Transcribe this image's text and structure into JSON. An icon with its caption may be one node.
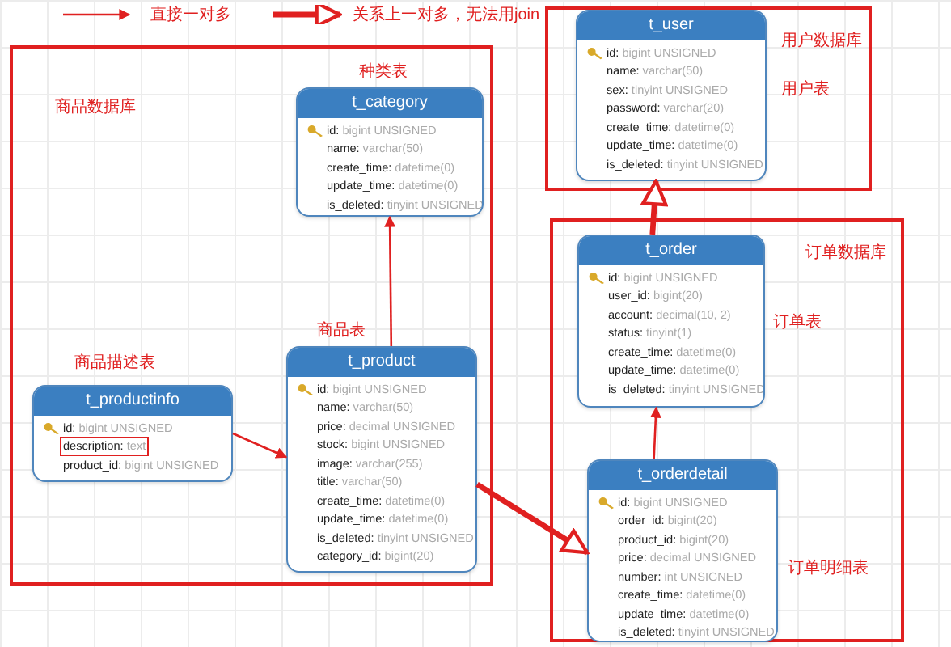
{
  "diagram": {
    "nodes": [
      {
        "text": [
          "用户数据库"
        ]
      },
      {
        "text": [
          "t_user",
          "id: bigint UNSIGNED",
          "name: varchar(50)",
          "sex: tinyint UNSIGNED",
          "password: varchar(20)",
          "create_time: datetime(0)",
          "update_time: datetime(0)",
          "is_deleted: tinyint UNSIGNED"
        ],
        "in": 0,
        "beside": [
          "用户表"
        ]
      },
      {
        "text": [
          "商品数据库"
        ]
      },
      {
        "text": [
          "t_category",
          "id: bigint UNSIGNED",
          "name: varchar(50)",
          "create_time: datetime(0)",
          "update_time: datetime(0)",
          "is_deleted: tinyint UNSIGNED"
        ],
        "in": 2,
        "beside": [
          "种类表"
        ]
      },
      {
        "text": [
          "订单数据库"
        ]
      },
      {
        "text": [
          "t_order",
          "id: bigint UNSIGNED",
          "user_id: bigint(20)",
          "account: decimal(10, 2)",
          "status: tinyint(1)",
          "create_time: datetime(0)",
          "update_time: datetime(0)",
          "is_deleted: tinyint UNSIGNED"
        ],
        "in": 4,
        "beside": [
          "订单表"
        ]
      },
      {
        "text": [
          "t_productinfo",
          "id: bigint UNSIGNED",
          "description: text",
          "product_id: bigint UNSIGNED"
        ],
        "in": 2,
        "beside": [
          "商品描述表"
        ]
      },
      {
        "text": [
          "t_product",
          "id: bigint UNSIGNED",
          "name: varchar(50)",
          "price: decimal UNSIGNED",
          "stock: bigint UNSIGNED",
          "image: varchar(255)",
          "title: varchar(50)",
          "create_time: datetime(0)",
          "update_time: datetime(0)",
          "is_deleted: tinyint UNSIGNED",
          "category_id: bigint(20)"
        ],
        "in": 2,
        "beside": [
          "商品表"
        ]
      },
      {
        "text": [
          "t_orderdetail",
          "id: bigint UNSIGNED",
          "order_id: bigint(20)",
          "product_id: bigint(20)",
          "price: decimal UNSIGNED",
          "number: int UNSIGNED",
          "create_time: datetime(0)",
          "update_time: datetime(0)",
          "is_deleted: tinyint UNSIGNED"
        ],
        "in": 4,
        "beside": [
          "订单明细表"
        ]
      }
    ],
    "edges": [
      {
        "from": 7,
        "to": 3,
        "arrow": "to"
      },
      {
        "from": 6,
        "to": 7,
        "arrow": "to"
      },
      {
        "from": 5,
        "to": 1,
        "arrow": "to",
        "style": "thick"
      },
      {
        "from": 8,
        "to": 5,
        "arrow": "to"
      },
      {
        "from": 7,
        "to": 8,
        "arrow": "to",
        "style": "thick"
      }
    ],
    "legend": [
      {
        "text": "直接一对多"
      },
      {
        "text": "关系上一对多，无法用join"
      }
    ]
  }
}
